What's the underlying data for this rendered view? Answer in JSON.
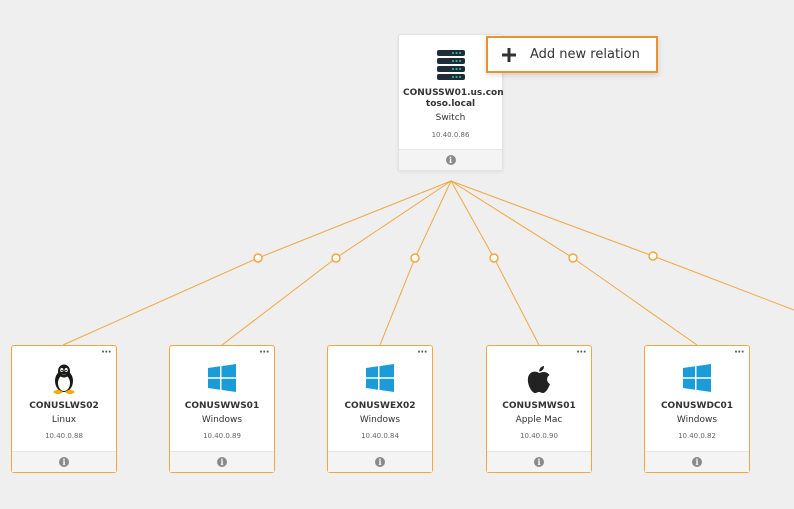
{
  "add_relation": {
    "label": "Add new relation",
    "icon": "plus-icon"
  },
  "root": {
    "name": "CONUSSW01.us.con toso.local",
    "type": "Switch",
    "ip": "10.40.0.86",
    "icon": "server-stack-icon"
  },
  "children": [
    {
      "name": "CONUSLWS02",
      "type": "Linux",
      "ip": "10.40.0.88",
      "icon": "linux-tux-icon"
    },
    {
      "name": "CONUSWWS01",
      "type": "Windows",
      "ip": "10.40.0.89",
      "icon": "windows-logo-icon"
    },
    {
      "name": "CONUSWEX02",
      "type": "Windows",
      "ip": "10.40.0.84",
      "icon": "windows-logo-icon"
    },
    {
      "name": "CONUSMWS01",
      "type": "Apple Mac",
      "ip": "10.40.0.90",
      "icon": "apple-logo-icon"
    },
    {
      "name": "CONUSWDC01",
      "type": "Windows",
      "ip": "10.40.0.82",
      "icon": "windows-logo-icon"
    }
  ],
  "colors": {
    "link": "#f0a742",
    "accent": "#e8932e",
    "windows": "#1b9bd8"
  },
  "more_label": "···",
  "info_label": "i"
}
